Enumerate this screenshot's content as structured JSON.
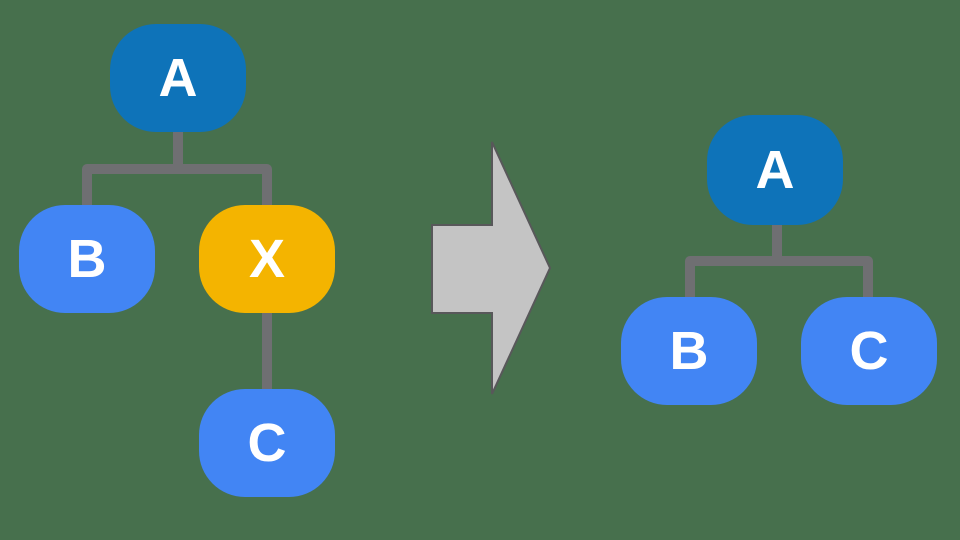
{
  "colors": {
    "background": "#47704d",
    "root_node": "#0e73b9",
    "child_node": "#4285f4",
    "highlight_node": "#f4b400",
    "connector": "#6f6f72",
    "arrow_fill": "#c4c4c4",
    "arrow_outline": "#58585a",
    "node_label": "#ffffff"
  },
  "before_tree": {
    "nodes": {
      "a": {
        "label": "A",
        "role": "root"
      },
      "b": {
        "label": "B",
        "role": "child"
      },
      "x": {
        "label": "X",
        "role": "highlight"
      },
      "c": {
        "label": "C",
        "role": "child"
      }
    },
    "edges": [
      "A-B",
      "A-X",
      "X-C"
    ]
  },
  "after_tree": {
    "nodes": {
      "a": {
        "label": "A",
        "role": "root"
      },
      "b": {
        "label": "B",
        "role": "child"
      },
      "c": {
        "label": "C",
        "role": "child"
      }
    },
    "edges": [
      "A-B",
      "A-C"
    ]
  },
  "arrow": {
    "direction": "right"
  }
}
